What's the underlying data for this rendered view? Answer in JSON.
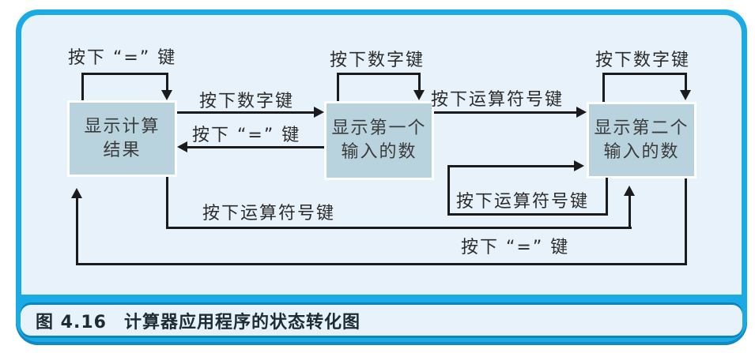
{
  "figure": {
    "caption_prefix": "图 4.16",
    "caption_title": "计算器应用程序的状态转化图"
  },
  "colors": {
    "frame_cyan": "#1aabe5",
    "frame_cyan_dark": "#0c86c2",
    "panel_bg": "#e8f2fa",
    "state_fill": "#b8d3de",
    "state_border": "#ffffff",
    "line": "#1b1b1b"
  },
  "diagram": {
    "states": [
      {
        "id": "result",
        "lines": [
          "显示计算",
          "结果"
        ]
      },
      {
        "id": "first-number",
        "lines": [
          "显示第一个",
          "输入的数"
        ]
      },
      {
        "id": "second-number",
        "lines": [
          "显示第二个",
          "输入的数"
        ]
      }
    ],
    "labels": {
      "eq_self_state1": "按下 “=” 键",
      "digit_1_to_2": "按下数字键",
      "eq_2_to_1": "按下 “=” 键",
      "digit_self_state2": "按下数字键",
      "op_2_to_3": "按下运算符号键",
      "digit_self_state3": "按下数字键",
      "op_self_state3": "按下运算符号键",
      "op_1_to_3": "按下运算符号键",
      "eq_3_to_1": "按下 “=” 键"
    }
  }
}
